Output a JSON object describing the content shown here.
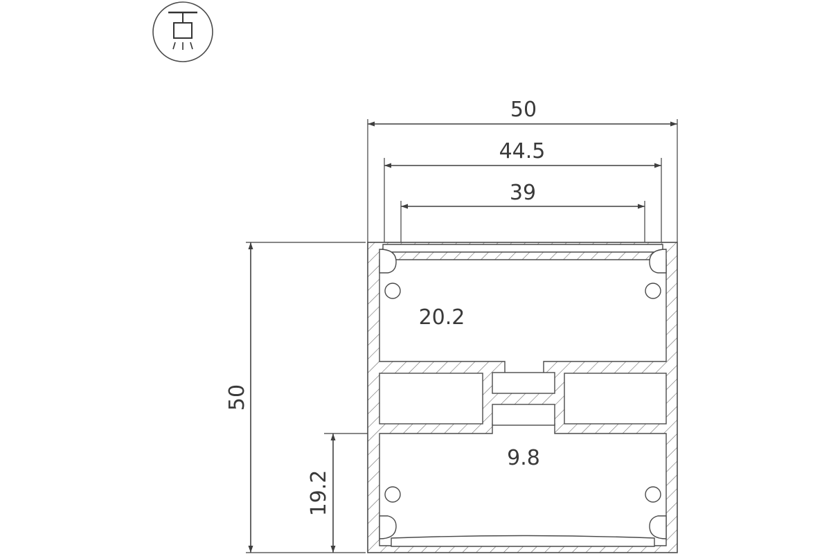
{
  "icon": {
    "name": "pendant-mount-icon"
  },
  "dimensions": {
    "overall_width": "50",
    "inner_width": "44.5",
    "opening_width": "39",
    "overall_height": "50",
    "cavity_width": "20.2",
    "center_gap": "9.8",
    "lower_height": "19.2"
  }
}
